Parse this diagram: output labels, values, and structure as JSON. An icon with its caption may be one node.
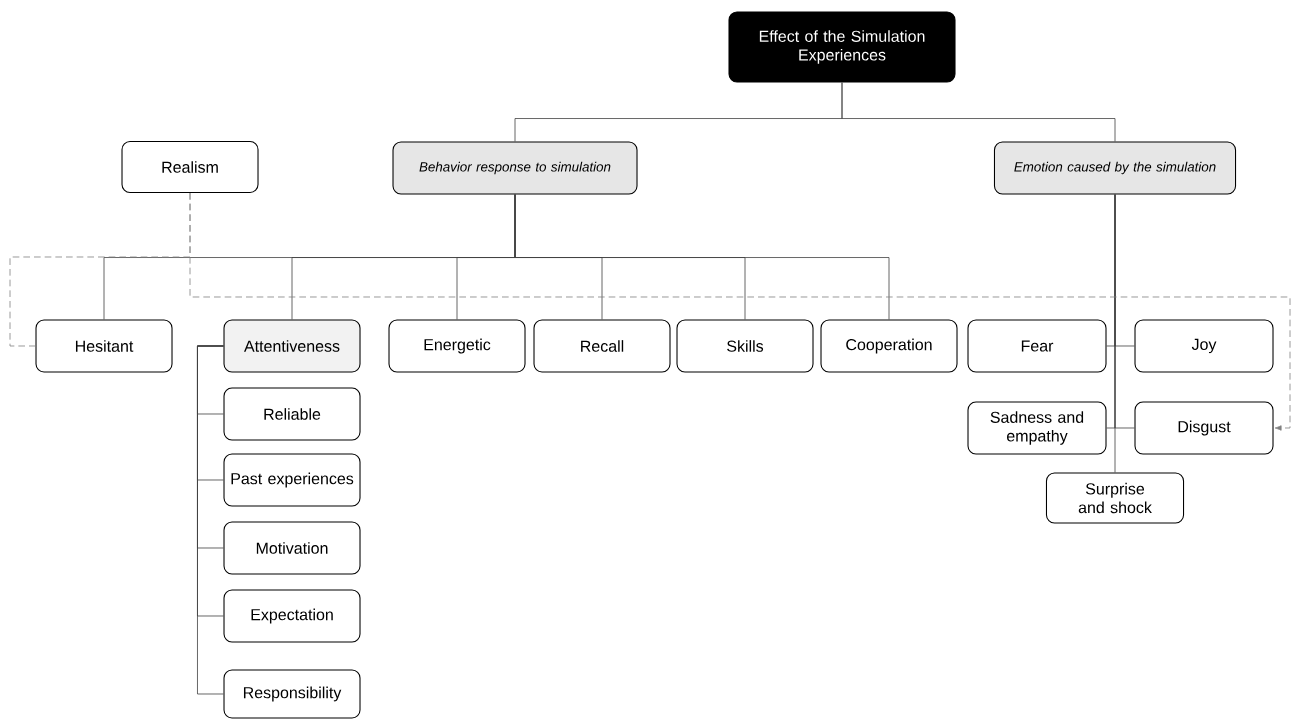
{
  "diagram": {
    "nodes": [
      {
        "text": [
          "Effect of the Simulation Experiences"
        ]
      },
      {
        "text": [
          "Realism"
        ]
      },
      {
        "text": [
          "Behavior response to simulation"
        ]
      },
      {
        "text": [
          "Emotion caused by the simulation"
        ]
      },
      {
        "text": [
          "Hesitant"
        ]
      },
      {
        "text": [
          "Attentiveness"
        ]
      },
      {
        "text": [
          "Energetic"
        ]
      },
      {
        "text": [
          "Recall"
        ]
      },
      {
        "text": [
          "Skills"
        ]
      },
      {
        "text": [
          "Cooperation"
        ]
      },
      {
        "text": [
          "Fear"
        ]
      },
      {
        "text": [
          "Joy"
        ]
      },
      {
        "text": [
          "Sadness and empathy"
        ]
      },
      {
        "text": [
          "Disgust"
        ]
      },
      {
        "text": [
          "Surprise and shock"
        ]
      },
      {
        "text": [
          "Reliable"
        ]
      },
      {
        "text": [
          "Past experiences"
        ]
      },
      {
        "text": [
          "Motivation"
        ]
      },
      {
        "text": [
          "Expectation"
        ]
      },
      {
        "text": [
          "Responsibility"
        ]
      }
    ],
    "edges": [
      {
        "from": 0,
        "to": 2,
        "arrow": "none"
      },
      {
        "from": 0,
        "to": 3,
        "arrow": "none"
      },
      {
        "from": 2,
        "to": 4,
        "arrow": "none"
      },
      {
        "from": 2,
        "to": 5,
        "arrow": "none"
      },
      {
        "from": 2,
        "to": 6,
        "arrow": "none"
      },
      {
        "from": 2,
        "to": 7,
        "arrow": "none"
      },
      {
        "from": 2,
        "to": 8,
        "arrow": "none"
      },
      {
        "from": 2,
        "to": 9,
        "arrow": "none"
      },
      {
        "from": 3,
        "to": 10,
        "arrow": "none"
      },
      {
        "from": 3,
        "to": 11,
        "arrow": "none"
      },
      {
        "from": 3,
        "to": 12,
        "arrow": "none"
      },
      {
        "from": 3,
        "to": 13,
        "arrow": "none"
      },
      {
        "from": 3,
        "to": 14,
        "arrow": "none"
      },
      {
        "from": 5,
        "to": 15,
        "arrow": "none"
      },
      {
        "from": 5,
        "to": 16,
        "arrow": "none"
      },
      {
        "from": 5,
        "to": 17,
        "arrow": "none"
      },
      {
        "from": 5,
        "to": 18,
        "arrow": "none"
      },
      {
        "from": 5,
        "to": 19,
        "arrow": "none"
      },
      {
        "from": 1,
        "to": 4,
        "arrow": "none",
        "style": "dashed",
        "color": "#808080"
      },
      {
        "from": 1,
        "to": 13,
        "arrow": "to",
        "style": "dashed",
        "color": "#808080"
      }
    ]
  }
}
